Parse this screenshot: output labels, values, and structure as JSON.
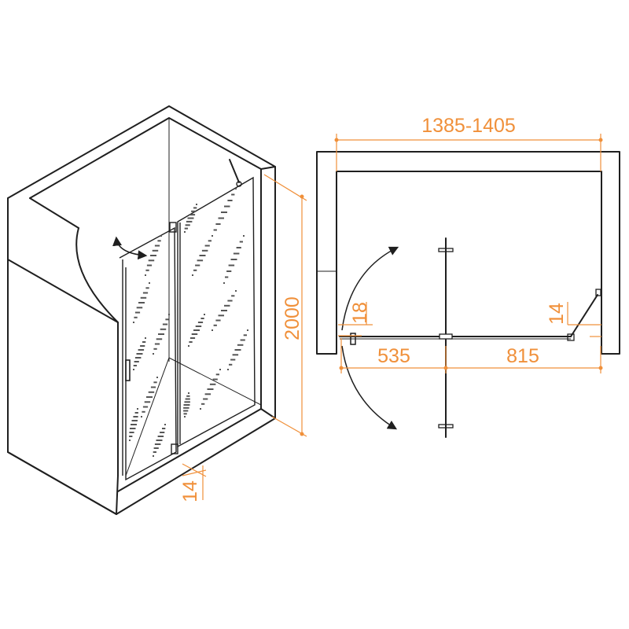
{
  "dimensions": {
    "total_width": "1385-1405",
    "height": "2000",
    "fixed_panel_width": "815",
    "door_width": "535",
    "profile_left": "18",
    "profile_right": "14",
    "threshold": "14"
  },
  "colors": {
    "dimension": "#f0903a",
    "lines": "#1f1f1f",
    "background": "#ffffff"
  }
}
